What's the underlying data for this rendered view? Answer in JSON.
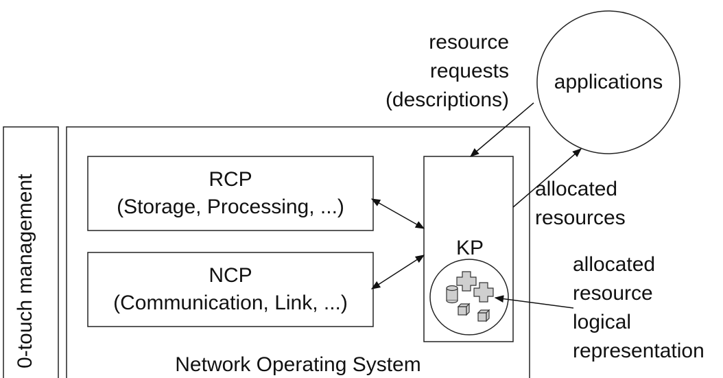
{
  "labels": {
    "zero_touch": "0-touch management",
    "nos": "Network Operating System",
    "rcp_title": "RCP",
    "rcp_sub": "(Storage, Processing, ...)",
    "ncp_title": "NCP",
    "ncp_sub": "(Communication, Link, ...)",
    "kp": "KP",
    "applications": "applications",
    "resource_requests": [
      "resource",
      "requests",
      "(descriptions)"
    ],
    "allocated_resources": [
      "allocated",
      "resources"
    ],
    "allocated_logical": [
      "allocated",
      "resource",
      "logical",
      "representation"
    ]
  }
}
